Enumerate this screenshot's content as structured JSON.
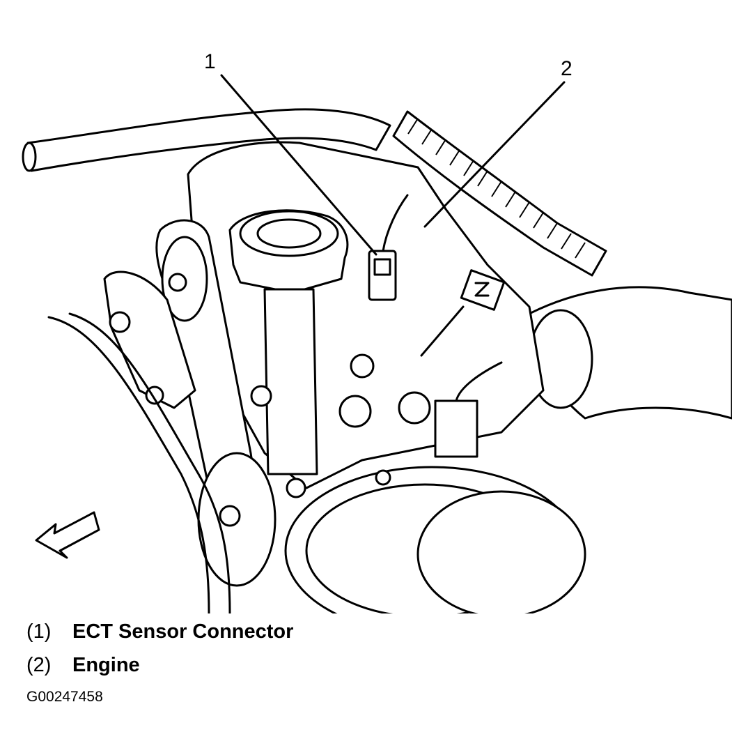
{
  "callouts": [
    {
      "number": "1"
    },
    {
      "number": "2"
    }
  ],
  "legend": [
    {
      "number": "(1)",
      "label": "ECT Sensor Connector"
    },
    {
      "number": "(2)",
      "label": "Engine"
    }
  ],
  "figure_id": "G00247458",
  "icons": {
    "direction_arrow": "front-arrow-icon"
  }
}
